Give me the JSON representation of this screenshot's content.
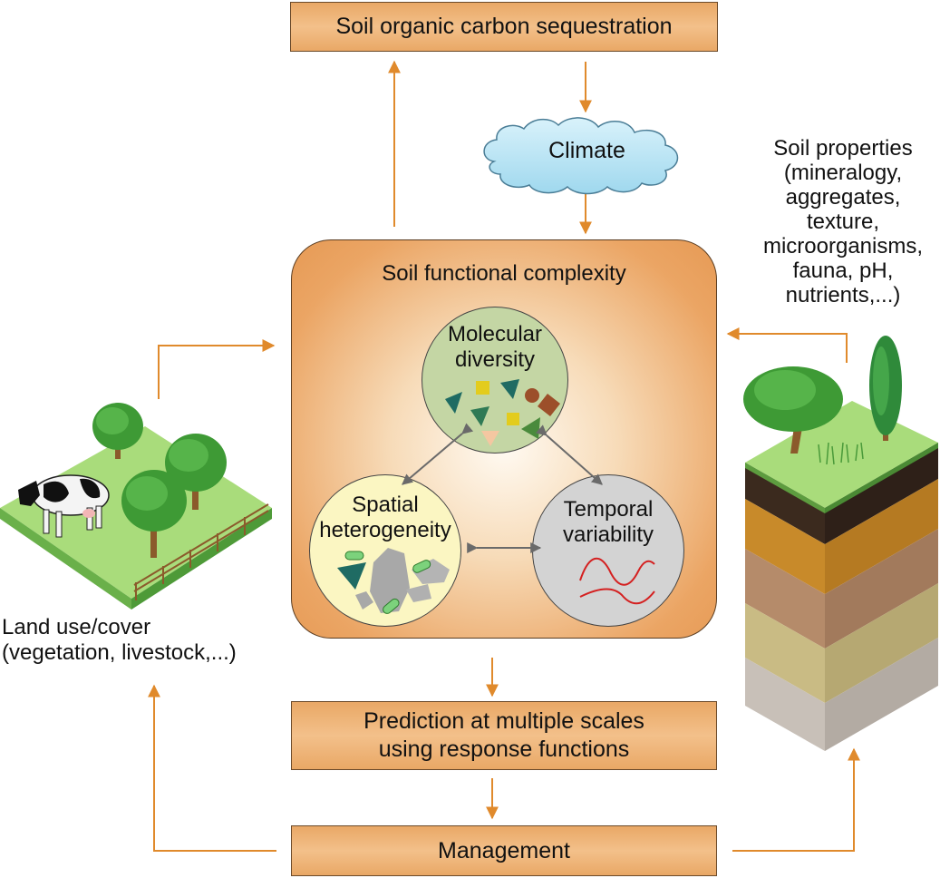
{
  "boxes": {
    "soc": "Soil organic carbon sequestration",
    "prediction_line1": "Prediction at multiple scales",
    "prediction_line2": "using response functions",
    "management": "Management"
  },
  "climate": "Climate",
  "complexity": {
    "title": "Soil functional complexity",
    "molecular_line1": "Molecular",
    "molecular_line2": "diversity",
    "spatial_line1": "Spatial",
    "spatial_line2": "heterogeneity",
    "temporal_line1": "Temporal",
    "temporal_line2": "variability"
  },
  "land_use": {
    "line1": "Land use/cover",
    "line2": "(vegetation, livestock,...)"
  },
  "soil_properties": {
    "line1": "Soil properties",
    "line2": "(mineralogy,",
    "line3": "aggregates,",
    "line4": "texture,",
    "line5": "microorganisms,",
    "line6": "fauna, pH,",
    "line7": "nutrients,...)"
  },
  "colors": {
    "arrow": "#e08a2c",
    "box_fill": "#eeb070",
    "molecular_fill": "#c4d6a4",
    "spatial_fill": "#fbf6c2",
    "temporal_fill": "#d3d3d3",
    "wave": "#d42020"
  }
}
